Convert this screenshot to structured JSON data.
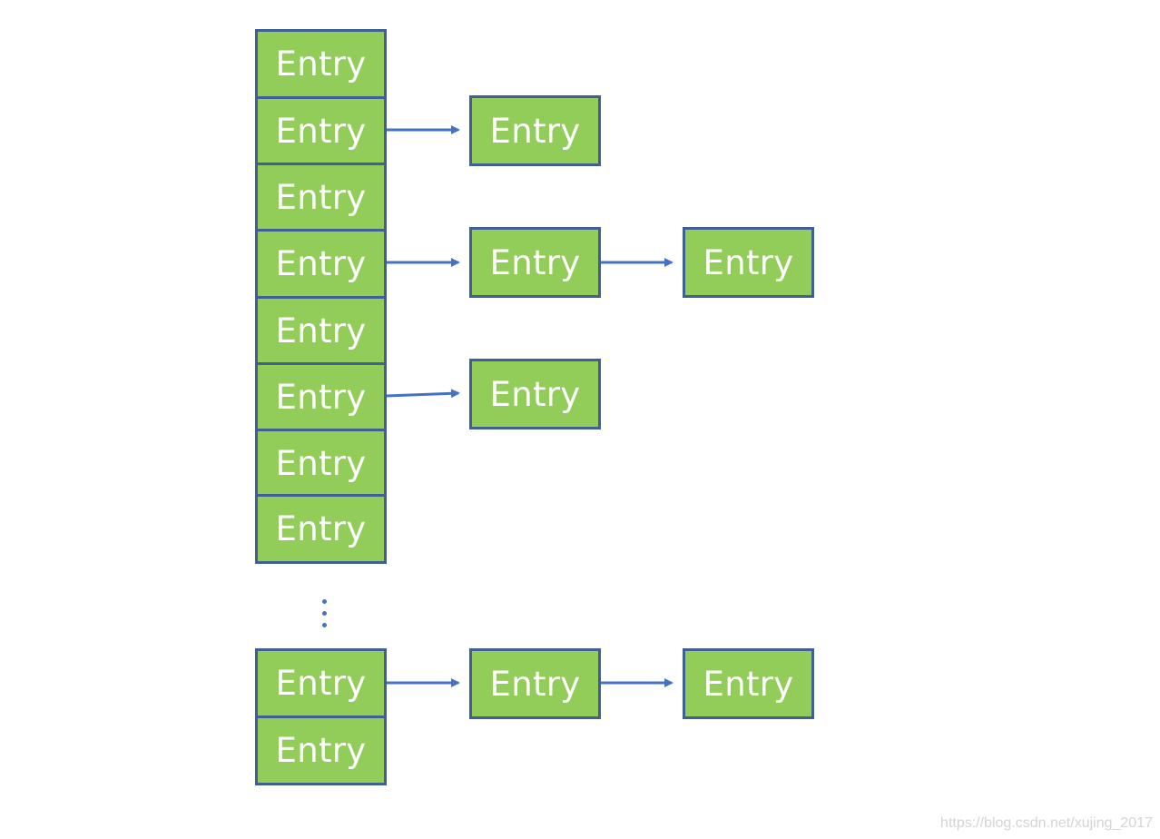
{
  "diagram": {
    "bucket_entries": [
      {
        "label": "Entry"
      },
      {
        "label": "Entry"
      },
      {
        "label": "Entry"
      },
      {
        "label": "Entry"
      },
      {
        "label": "Entry"
      },
      {
        "label": "Entry"
      },
      {
        "label": "Entry"
      },
      {
        "label": "Entry"
      }
    ],
    "chains": {
      "row_2": [
        {
          "label": "Entry"
        }
      ],
      "row_4": [
        {
          "label": "Entry"
        },
        {
          "label": "Entry"
        }
      ],
      "row_6": [
        {
          "label": "Entry"
        }
      ]
    },
    "tail_bucket_entries": [
      {
        "label": "Entry"
      },
      {
        "label": "Entry"
      }
    ],
    "tail_chain": [
      {
        "label": "Entry"
      },
      {
        "label": "Entry"
      }
    ],
    "ellipsis": "⋮",
    "colors": {
      "box_fill": "#92cd5a",
      "box_border": "#3f5f95",
      "arrow": "#4472c4",
      "text": "#ffffff"
    }
  },
  "watermark": {
    "text": "https://blog.csdn.net/xujing_2017"
  }
}
